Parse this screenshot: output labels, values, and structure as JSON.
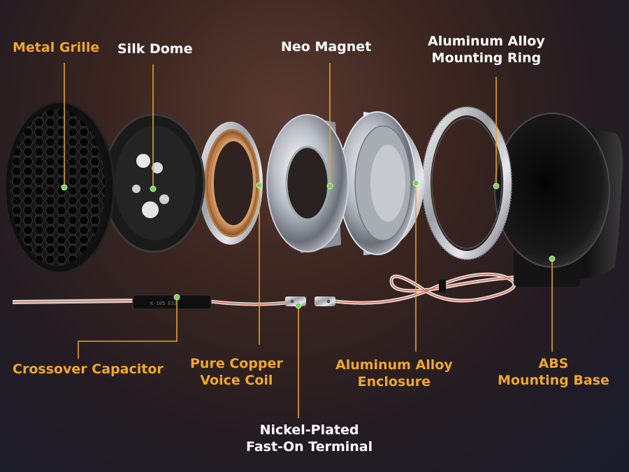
{
  "colors": {
    "label_orange": "#f0a72a",
    "label_white": "#ffffff",
    "leader_line": "#e8a12a",
    "dot": "#7fd14a"
  },
  "labels": {
    "metal_grille": "Metal Grille",
    "silk_dome": "Silk Dome",
    "neo_magnet": "Neo Magnet",
    "mounting_ring": [
      "Aluminum Alloy",
      "Mounting Ring"
    ],
    "crossover_capacitor": "Crossover Capacitor",
    "voice_coil": [
      "Pure Copper",
      "Voice Coil"
    ],
    "enclosure": [
      "Aluminum Alloy",
      "Enclosure"
    ],
    "mounting_base": [
      "ABS",
      "Mounting Base"
    ],
    "fast_on_terminal": [
      "Nickel-Plated",
      "Fast-On Terminal"
    ]
  },
  "components": [
    "metal-grille",
    "silk-dome",
    "voice-coil",
    "neo-magnet",
    "aluminum-enclosure",
    "mounting-ring",
    "abs-mounting-base",
    "crossover-capacitor",
    "fast-on-terminal"
  ]
}
